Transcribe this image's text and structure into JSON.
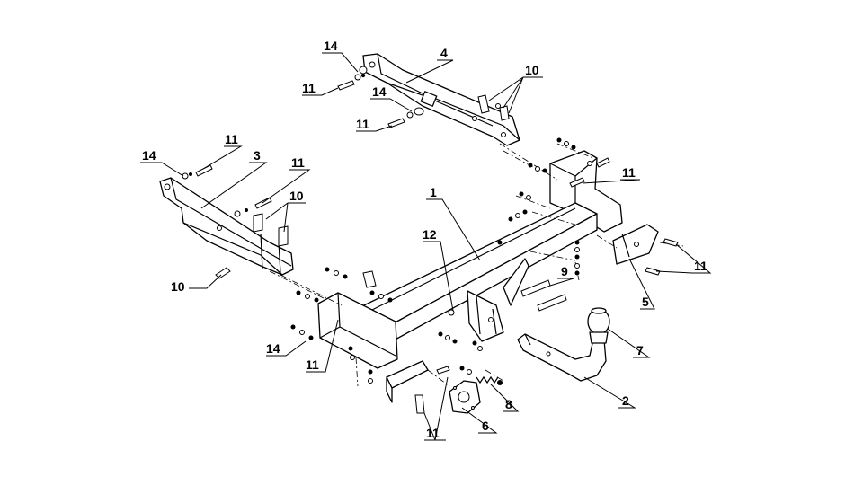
{
  "diagram": {
    "callouts": [
      {
        "id": "c14a",
        "text": "14"
      },
      {
        "id": "c4",
        "text": "4"
      },
      {
        "id": "c10a",
        "text": "10"
      },
      {
        "id": "c11a",
        "text": "11"
      },
      {
        "id": "c14b",
        "text": "14"
      },
      {
        "id": "c11b",
        "text": "11"
      },
      {
        "id": "c11c",
        "text": "11"
      },
      {
        "id": "c14c",
        "text": "14"
      },
      {
        "id": "c3",
        "text": "3"
      },
      {
        "id": "c11d",
        "text": "11"
      },
      {
        "id": "c10b",
        "text": "10"
      },
      {
        "id": "c11e",
        "text": "11"
      },
      {
        "id": "c1",
        "text": "1"
      },
      {
        "id": "c12",
        "text": "12"
      },
      {
        "id": "c10c",
        "text": "10"
      },
      {
        "id": "c9",
        "text": "9"
      },
      {
        "id": "c11f",
        "text": "11"
      },
      {
        "id": "c5",
        "text": "5"
      },
      {
        "id": "c7",
        "text": "7"
      },
      {
        "id": "c14d",
        "text": "14"
      },
      {
        "id": "c11g",
        "text": "11"
      },
      {
        "id": "c2",
        "text": "2"
      },
      {
        "id": "c8",
        "text": "8"
      },
      {
        "id": "c6",
        "text": "6"
      },
      {
        "id": "c11h",
        "text": "11"
      }
    ]
  }
}
